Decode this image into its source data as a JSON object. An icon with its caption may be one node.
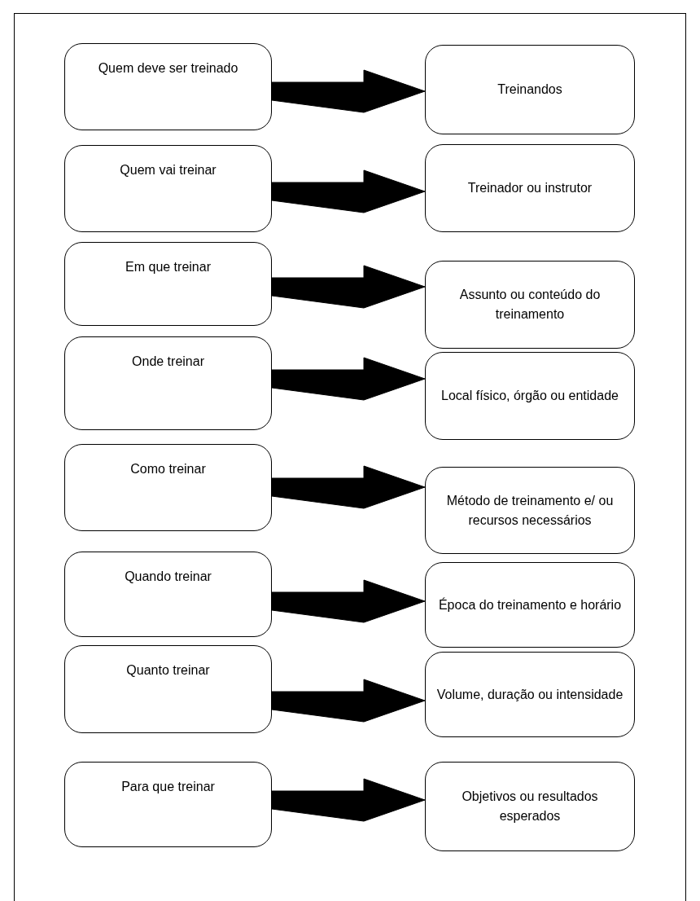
{
  "diagram": {
    "nodes": [
      {
        "text": [
          "Quem deve ser treinado"
        ]
      },
      {
        "text": [
          "Treinandos"
        ]
      },
      {
        "text": [
          "Quem vai treinar"
        ]
      },
      {
        "text": [
          "Treinador ou instrutor"
        ]
      },
      {
        "text": [
          "Em que treinar"
        ]
      },
      {
        "text": [
          "Assunto ou conteúdo do treinamento"
        ]
      },
      {
        "text": [
          "Onde treinar"
        ]
      },
      {
        "text": [
          "Local físico, órgão ou entidade"
        ]
      },
      {
        "text": [
          "Como treinar"
        ]
      },
      {
        "text": [
          "Método de treinamento e/ ou recursos necessários"
        ]
      },
      {
        "text": [
          "Quando treinar"
        ]
      },
      {
        "text": [
          "Época do treinamento e horário"
        ]
      },
      {
        "text": [
          "Quanto treinar"
        ]
      },
      {
        "text": [
          "Volume, duração ou intensidade"
        ]
      },
      {
        "text": [
          "Para que treinar"
        ]
      },
      {
        "text": [
          "Objetivos ou resultados esperados"
        ]
      }
    ],
    "edges": [
      {
        "from": 0,
        "to": 1,
        "arrow": "to",
        "style": "thick"
      },
      {
        "from": 2,
        "to": 3,
        "arrow": "to",
        "style": "thick"
      },
      {
        "from": 4,
        "to": 5,
        "arrow": "to",
        "style": "thick"
      },
      {
        "from": 6,
        "to": 7,
        "arrow": "to",
        "style": "thick"
      },
      {
        "from": 8,
        "to": 9,
        "arrow": "to",
        "style": "thick"
      },
      {
        "from": 10,
        "to": 11,
        "arrow": "to",
        "style": "thick"
      },
      {
        "from": 12,
        "to": 13,
        "arrow": "to",
        "style": "thick"
      },
      {
        "from": 14,
        "to": 15,
        "arrow": "to",
        "style": "thick"
      }
    ]
  }
}
